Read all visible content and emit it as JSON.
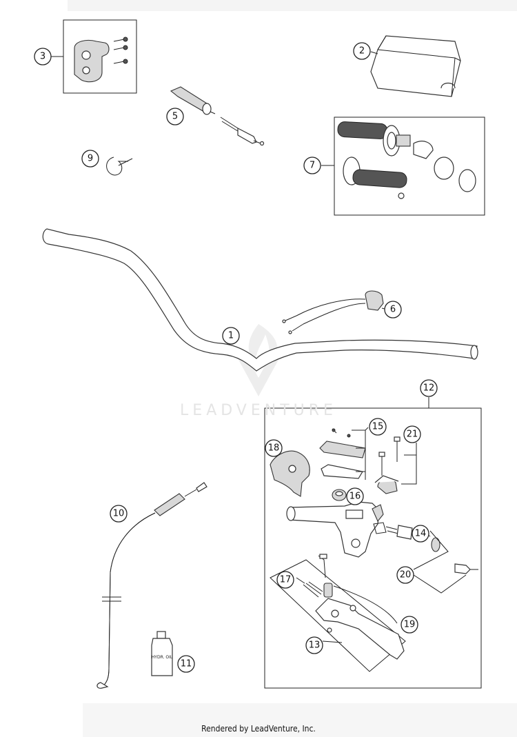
{
  "diagram": {
    "footer": "Rendered by LeadVenture, Inc.",
    "watermark": "LEADVENTURE",
    "callouts": [
      "1",
      "2",
      "3",
      "5",
      "6",
      "7",
      "9",
      "10",
      "11",
      "12",
      "13",
      "14",
      "15",
      "16",
      "17",
      "18",
      "19",
      "20",
      "21"
    ],
    "oil_label": "HYDR. OIL"
  }
}
